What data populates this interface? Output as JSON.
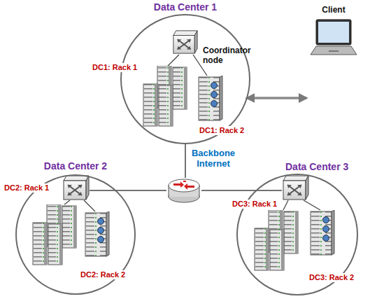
{
  "diagram": {
    "nodes": [
      {
        "text": [
          "Data Center 1"
        ]
      },
      {
        "text": [
          "DC1: Rack 1"
        ],
        "in": 0
      },
      {
        "text": [
          "Coordinator node",
          "DC1: Rack 2"
        ],
        "in": 0
      },
      {
        "text": [
          "Client"
        ]
      },
      {
        "text": [
          "Backbone Internet"
        ]
      },
      {
        "text": [
          "Data Center 2"
        ]
      },
      {
        "text": [
          "DC2: Rack 1"
        ],
        "in": 5
      },
      {
        "text": [
          "DC2: Rack 2"
        ],
        "in": 5
      },
      {
        "text": [
          "Data Center 3"
        ]
      },
      {
        "text": [
          "DC3: Rack 1"
        ],
        "in": 8
      },
      {
        "text": [
          "DC3: Rack 2"
        ],
        "in": 8
      }
    ],
    "edges": [
      {
        "from": 0,
        "to": 4,
        "arrow": "none"
      },
      {
        "from": 4,
        "to": 5,
        "arrow": "none"
      },
      {
        "from": 4,
        "to": 8,
        "arrow": "none"
      },
      {
        "from": 2,
        "to": 3,
        "arrow": "both"
      }
    ]
  }
}
